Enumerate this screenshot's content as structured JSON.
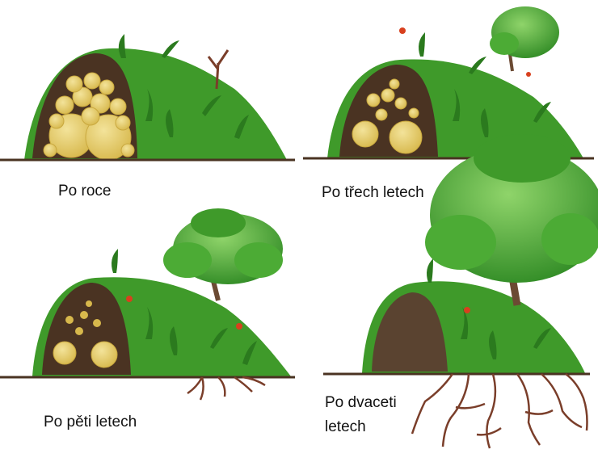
{
  "stages": [
    {
      "caption": "Po roce"
    },
    {
      "caption": "Po třech letech"
    },
    {
      "caption": "Po pěti letech"
    },
    {
      "caption_line1": "Po dvaceti",
      "caption_line2": "letech"
    }
  ],
  "colors": {
    "grass": "#3f9a2a",
    "grass_dark": "#2b7a1e",
    "soil": "#4a3322",
    "wood": "#e6cf6a",
    "wood_edge": "#c9a83e",
    "root": "#7a3e2a",
    "tree": "#4cab35",
    "tree_dark": "#2f8a24",
    "trunk": "#6b4a33",
    "tomato": "#d8401e"
  }
}
